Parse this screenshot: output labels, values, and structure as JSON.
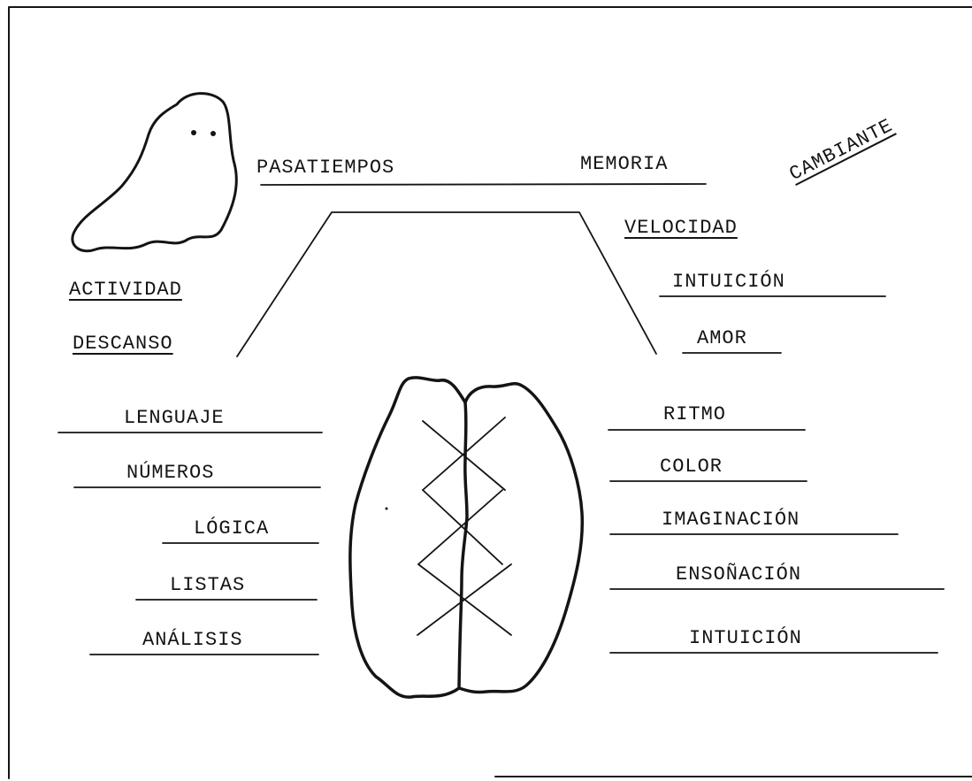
{
  "diagram": {
    "colors": {
      "ink": "#141414",
      "paper": "#ffffff"
    },
    "top_labels": {
      "pasatiempos": "PASATIEMPOS",
      "memoria": "MEMORIA",
      "cambiante": "CAMBIANTE",
      "velocidad": "VELOCIDAD",
      "intuicion_top": "INTUICIÓN",
      "actividad": "ACTIVIDAD",
      "descanso": "DESCANSO",
      "amor": "AMOR"
    },
    "left_labels": [
      "LENGUAJE",
      "NÚMEROS",
      "LÓGICA",
      "LISTAS",
      "ANÁLISIS"
    ],
    "right_labels": [
      "RITMO",
      "COLOR",
      "IMAGINACIÓN",
      "ENSOÑACIÓN",
      "INTUICIÓN"
    ]
  }
}
